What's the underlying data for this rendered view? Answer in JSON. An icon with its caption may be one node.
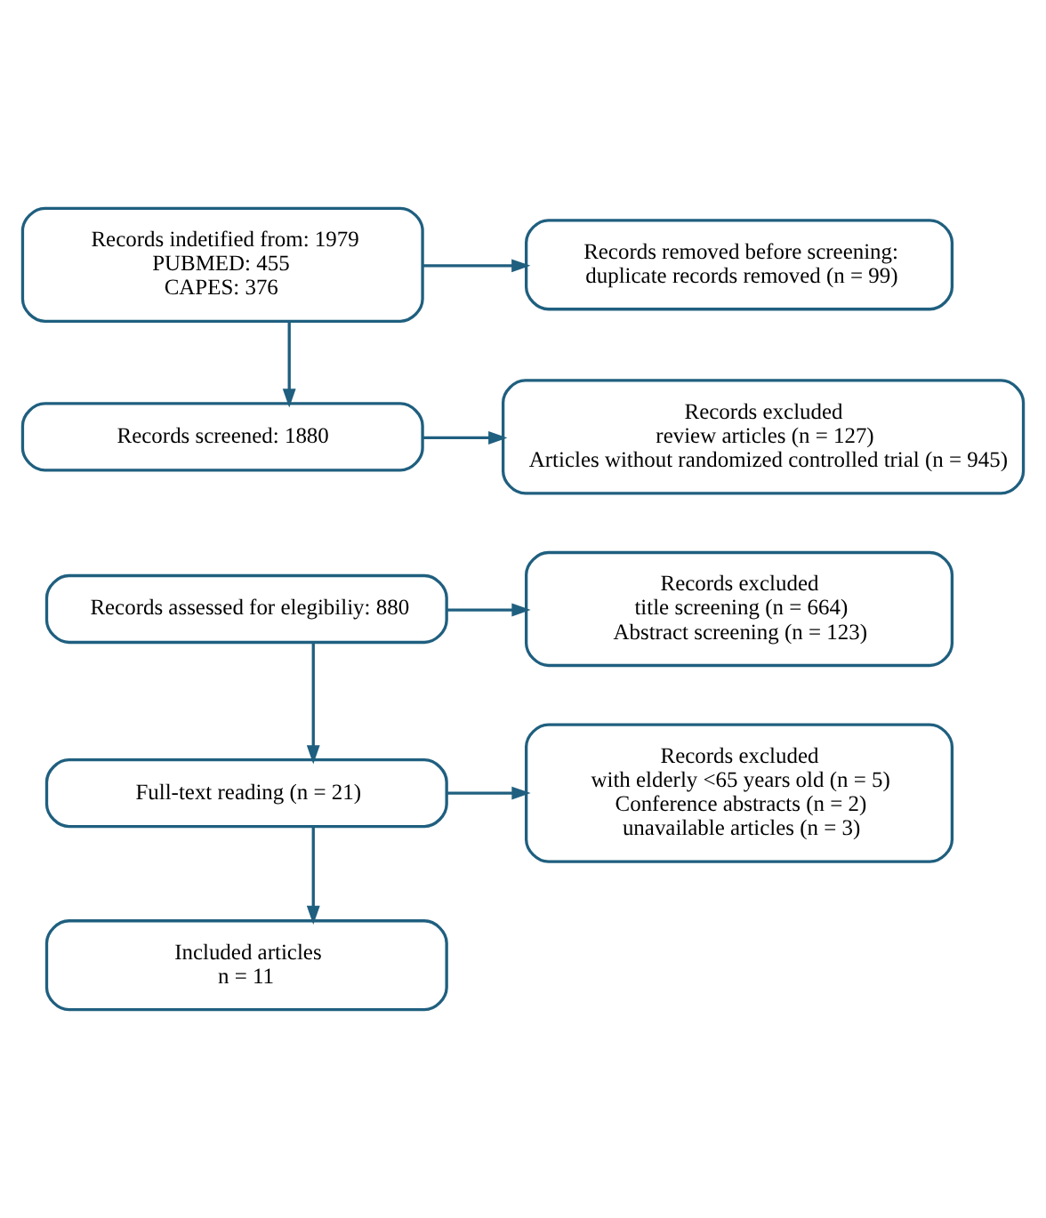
{
  "diagram": {
    "nodes": [
      {
        "text": [
          "Records indetified from: 1979",
          "PUBMED: 455",
          "CAPES: 376"
        ]
      },
      {
        "text": [
          "Records removed before screening:",
          "duplicate records removed (n = 99)"
        ]
      },
      {
        "text": [
          "Records screened: 1880"
        ]
      },
      {
        "text": [
          "Records excluded",
          "review articles (n = 127)",
          "Articles without randomized controlled trial (n = 945)"
        ]
      },
      {
        "text": [
          "Records assessed for elegibiliy: 880"
        ]
      },
      {
        "text": [
          "Records excluded",
          "title screening (n = 664)",
          "Abstract screening (n = 123)"
        ]
      },
      {
        "text": [
          "Full-text reading (n = 21)"
        ]
      },
      {
        "text": [
          "Records excluded",
          "with elderly <65 years old (n = 5)",
          "Conference abstracts (n = 2)",
          "unavailable articles (n = 3)"
        ]
      },
      {
        "text": [
          "Included articles",
          "n = 11"
        ]
      }
    ],
    "edges": [
      {
        "from": 0,
        "to": 1,
        "arrow": "to"
      },
      {
        "from": 0,
        "to": 2,
        "arrow": "to"
      },
      {
        "from": 2,
        "to": 3,
        "arrow": "to"
      },
      {
        "from": 4,
        "to": 5,
        "arrow": "to"
      },
      {
        "from": 4,
        "to": 6,
        "arrow": "to"
      },
      {
        "from": 6,
        "to": 7,
        "arrow": "to"
      },
      {
        "from": 6,
        "to": 8,
        "arrow": "to"
      }
    ]
  }
}
